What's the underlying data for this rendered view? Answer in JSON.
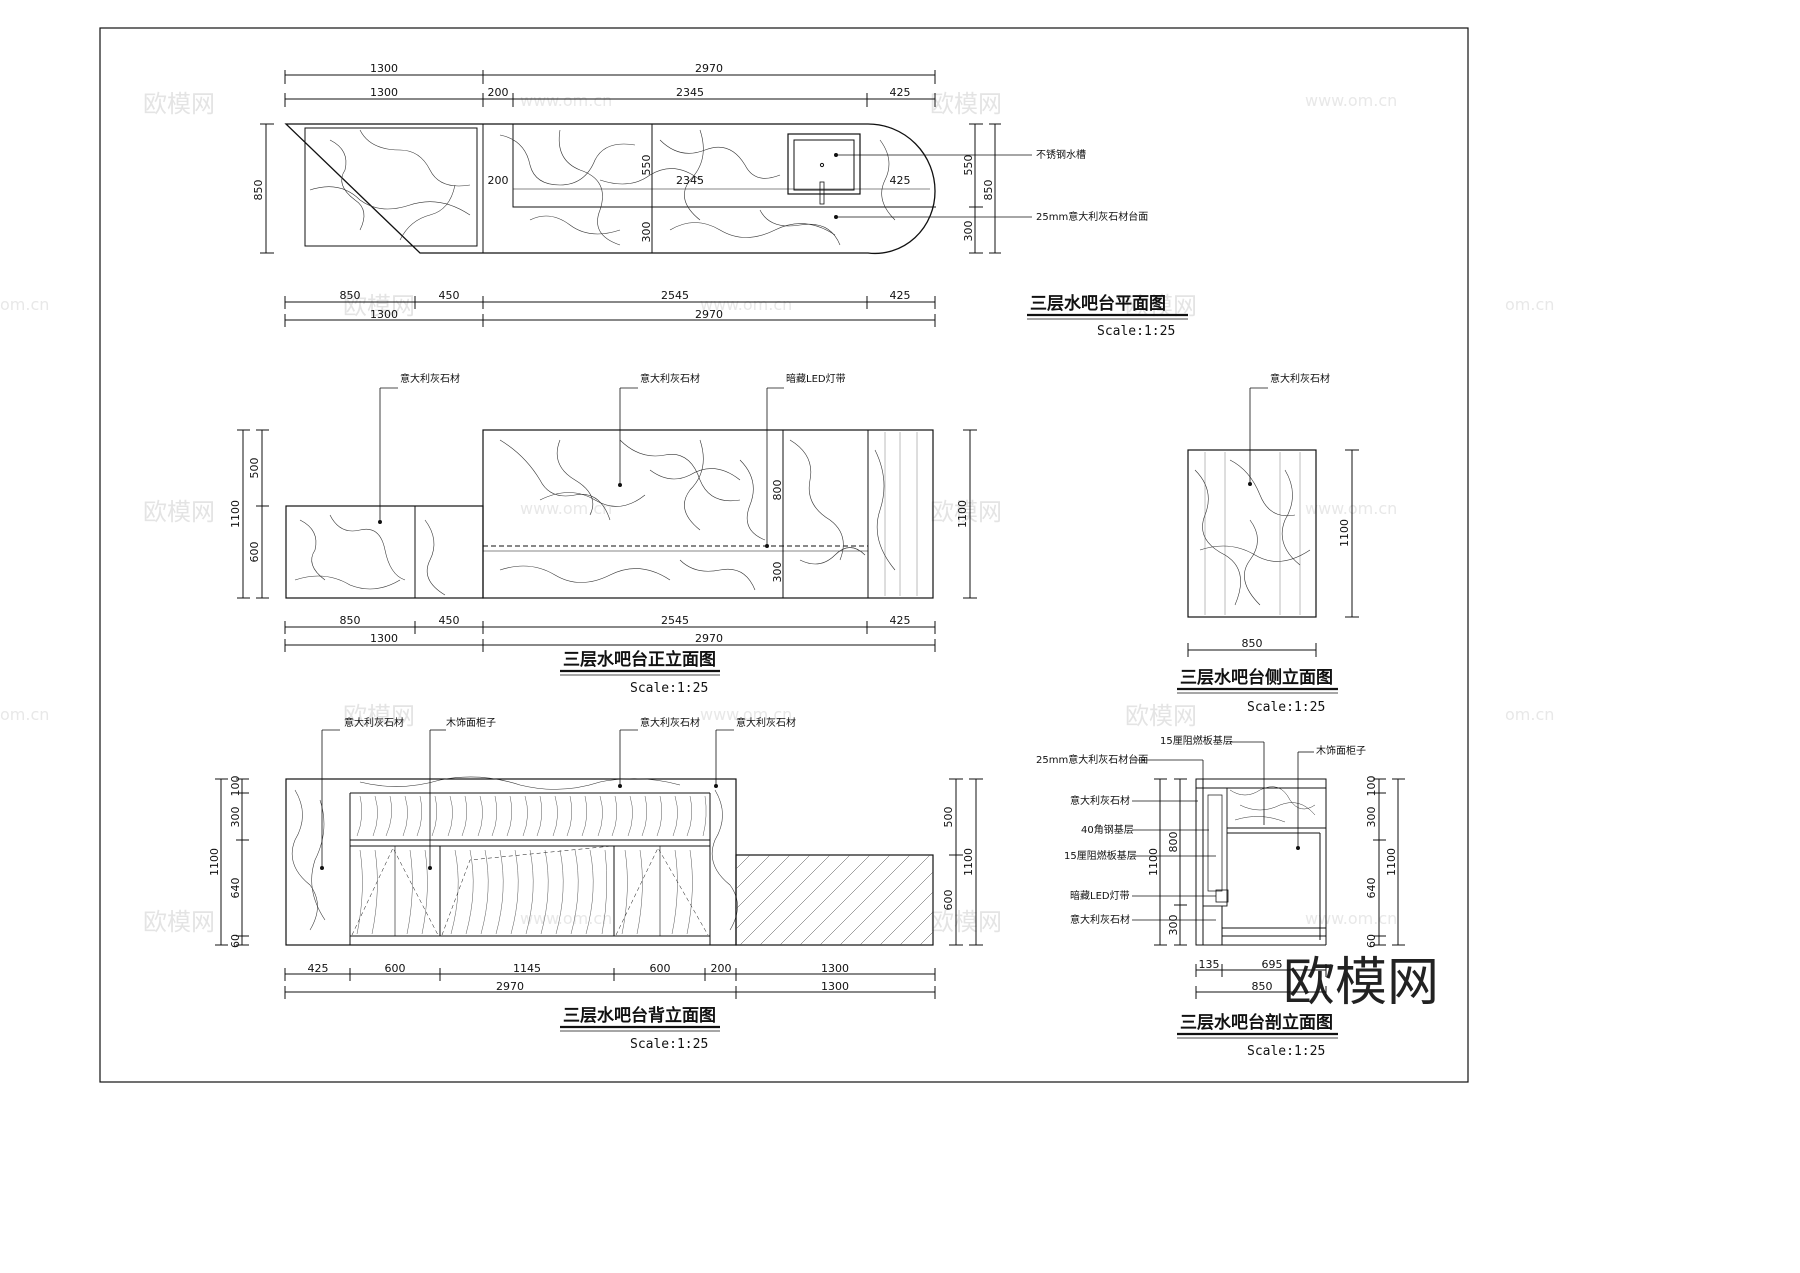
{
  "plan": {
    "title": "三层水吧台平面图",
    "scale": "Scale:1:25",
    "dims_top_1": [
      "1300",
      "2970"
    ],
    "dims_top_2": [
      "1300",
      "200",
      "2345",
      "425"
    ],
    "dims_inner": [
      "200",
      "2345",
      "425"
    ],
    "dims_left": "850",
    "dims_right_a": [
      "550",
      "300"
    ],
    "dims_right_b": "850",
    "dims_vert_mid": [
      "550",
      "300"
    ],
    "dims_bottom_1": [
      "850",
      "450",
      "2545",
      "425"
    ],
    "dims_bottom_2": [
      "1300",
      "2970"
    ],
    "notes": [
      "不锈钢水槽",
      "25mm意大利灰石材台面"
    ]
  },
  "front": {
    "title": "三层水吧台正立面图",
    "scale": "Scale:1:25",
    "notes": [
      "意大利灰石材",
      "意大利灰石材",
      "暗藏LED灯带"
    ],
    "dims_left": [
      "500",
      "600"
    ],
    "dims_left_total": "1100",
    "dims_right": "1100",
    "dims_mid": [
      "800",
      "300"
    ],
    "dims_bottom_1": [
      "850",
      "450",
      "2545",
      "425"
    ],
    "dims_bottom_2": [
      "1300",
      "2970"
    ]
  },
  "side": {
    "title": "三层水吧台侧立面图",
    "scale": "Scale:1:25",
    "note": "意大利灰石材",
    "dim_right": "1100",
    "dim_bottom": "850"
  },
  "back": {
    "title": "三层水吧台背立面图",
    "scale": "Scale:1:25",
    "notes": [
      "意大利灰石材",
      "木饰面柜子",
      "意大利灰石材",
      "意大利灰石材"
    ],
    "dims_left": [
      "100",
      "300",
      "640",
      "60"
    ],
    "dims_left_total": "1100",
    "dims_right": [
      "500",
      "600"
    ],
    "dims_right_total": "1100",
    "dims_bottom_1": [
      "425",
      "600",
      "1145",
      "600",
      "200",
      "1300"
    ],
    "dims_bottom_2": [
      "2970",
      "1300"
    ]
  },
  "section": {
    "title": "三层水吧台剖立面图",
    "scale": "Scale:1:25",
    "notes_left": [
      "25mm意大利灰石材台面",
      "意大利灰石材",
      "40角钢基层",
      "15厘阻燃板基层",
      "暗藏LED灯带",
      "意大利灰石材"
    ],
    "note_top": "15厘阻燃板基层",
    "note_right": "木饰面柜子",
    "dims_left": [
      "800",
      "300"
    ],
    "dims_left_total": "1100",
    "dims_right": [
      "100",
      "300",
      "640",
      "60"
    ],
    "dims_right_total": "1100",
    "dims_bottom_1": [
      "135",
      "695"
    ],
    "dim_bottom_2": "850"
  },
  "watermarks": {
    "logo": "欧模网",
    "mark": "欧模网",
    "url": "www.om.cn",
    "url_short": "om.cn"
  }
}
